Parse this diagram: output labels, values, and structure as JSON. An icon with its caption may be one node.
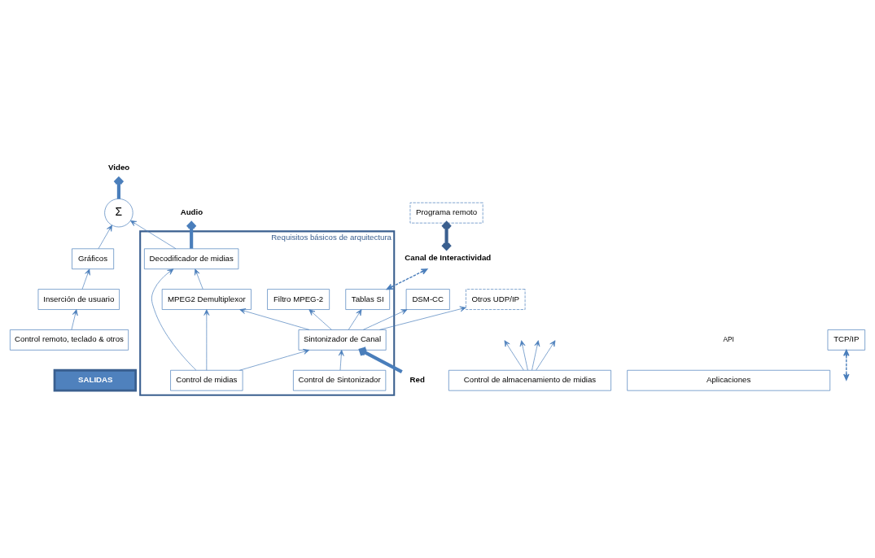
{
  "diagram": {
    "nodes": [
      {
        "text": [
          "SALIDAS"
        ]
      },
      {
        "text": [
          "Audio"
        ]
      },
      {
        "text": [
          "Video"
        ]
      },
      {
        "text": [
          "Σ"
        ]
      },
      {
        "text": [
          "Gráficos"
        ]
      },
      {
        "text": [
          "Inserción de usuario"
        ]
      },
      {
        "text": [
          "Control remoto, teclado & otros"
        ]
      },
      {
        "text": [
          "Control de almacenamiento de midias"
        ]
      },
      {
        "text": [
          "Requisitos básicos de arquitectura"
        ]
      },
      {
        "text": [
          "Decodificador de midias"
        ],
        "in": 8
      },
      {
        "text": [
          "Control de midias"
        ],
        "in": 8
      },
      {
        "text": [
          "MPEG2 Demultiplexor"
        ],
        "in": 8
      },
      {
        "text": [
          "Sintonizador de Canal"
        ],
        "in": 8
      },
      {
        "text": [
          "Control de Sintonizador"
        ],
        "in": 8
      },
      {
        "text": [
          "Filtro MPEG-2"
        ],
        "in": 8
      },
      {
        "text": [
          "Tablas SI"
        ],
        "in": 8
      },
      {
        "text": [
          "Aplicaciones"
        ]
      },
      {
        "text": [
          "DSM-CC"
        ]
      },
      {
        "text": [
          "Otros UDP/IP"
        ]
      },
      {
        "text": [
          "TCP/IP"
        ]
      },
      {
        "text": [
          "Programa remoto"
        ]
      },
      {
        "text": [
          "Red"
        ]
      },
      {
        "text": [
          "Canal de Interactividad"
        ]
      }
    ],
    "edges": [
      {
        "from": 3,
        "to": 2,
        "arrow": "to",
        "style": "thick"
      },
      {
        "from": 9,
        "to": 1,
        "arrow": "to",
        "style": "thick"
      },
      {
        "from": 4,
        "to": 3,
        "arrow": "to"
      },
      {
        "from": 5,
        "to": 4,
        "arrow": "to"
      },
      {
        "from": 6,
        "to": 5,
        "arrow": "to"
      },
      {
        "from": 9,
        "to": 3,
        "arrow": "to"
      },
      {
        "from": 10,
        "to": 9,
        "arrow": "to"
      },
      {
        "from": 10,
        "to": 11,
        "arrow": "to"
      },
      {
        "from": 10,
        "to": 12,
        "arrow": "to"
      },
      {
        "from": 11,
        "to": 9,
        "arrow": "to"
      },
      {
        "from": 12,
        "to": 11,
        "arrow": "to"
      },
      {
        "from": 12,
        "to": 14,
        "arrow": "to"
      },
      {
        "from": 12,
        "to": 15,
        "arrow": "to"
      },
      {
        "from": 12,
        "to": 18,
        "arrow": "to"
      },
      {
        "from": 12,
        "to": 17,
        "arrow": "to"
      },
      {
        "from": 13,
        "to": 12,
        "arrow": "to"
      },
      {
        "from": 21,
        "to": 12,
        "arrow": "to",
        "style": "thick"
      },
      {
        "from": 7,
        "to": null,
        "arrow": "to"
      },
      {
        "from": 7,
        "to": null,
        "arrow": "to"
      },
      {
        "from": 7,
        "to": null,
        "arrow": "to"
      },
      {
        "from": 7,
        "to": null,
        "arrow": "to"
      },
      {
        "from": 15,
        "to": 22,
        "arrow": "both",
        "style": "dashed"
      },
      {
        "from": null,
        "to": 19,
        "arrow": "both",
        "style": "dashed"
      },
      {
        "from": 22,
        "to": 20,
        "arrow": "both",
        "style": "thick",
        "color": "#3a5f8f"
      }
    ],
    "labels": [
      "API"
    ]
  }
}
